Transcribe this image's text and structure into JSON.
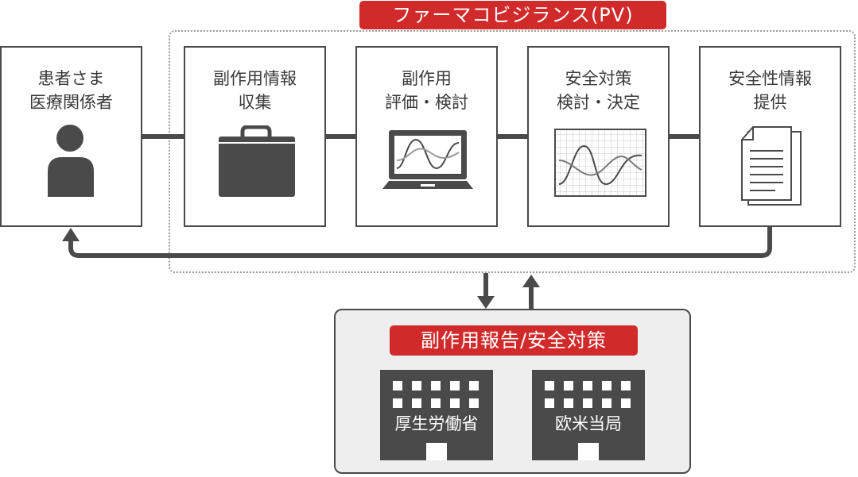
{
  "pv_title": "ファーマコビジランス(PV)",
  "patient": {
    "line1": "患者さま",
    "line2": "医療関係者",
    "icon": "person-icon"
  },
  "steps": [
    {
      "line1": "副作用情報",
      "line2": "収集",
      "icon": "briefcase-icon"
    },
    {
      "line1": "副作用",
      "line2": "評価・検討",
      "icon": "laptop-chart-icon"
    },
    {
      "line1": "安全対策",
      "line2": "検討・決定",
      "icon": "graph-paper-icon"
    },
    {
      "line1": "安全性情報",
      "line2": "提供",
      "icon": "document-icon"
    }
  ],
  "authorities": {
    "title": "副作用報告/安全対策",
    "buildings": [
      {
        "label": "厚生労働省",
        "icon": "building-icon"
      },
      {
        "label": "欧米当局",
        "icon": "building-icon"
      }
    ]
  },
  "colors": {
    "accent": "#d12a2a",
    "dark": "#4a4a4a",
    "panel": "#eeeeee",
    "frame": "#9a9a9a"
  }
}
